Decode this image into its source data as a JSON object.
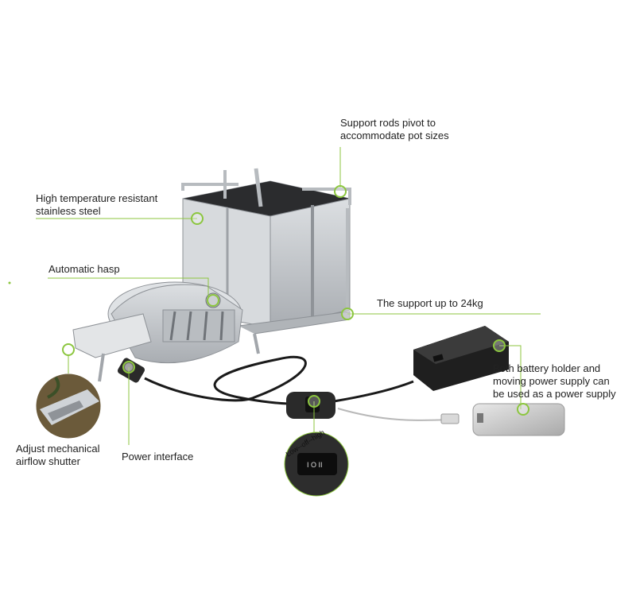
{
  "labels": {
    "support_rods": [
      "Support rods pivot to",
      "accommodate pot sizes"
    ],
    "stainless": [
      "High temperature resistant",
      "stainless steel"
    ],
    "hasp": "Automatic hasp",
    "support_weight": "The support up to 24kg",
    "battery": [
      "Both battery holder and",
      "moving power supply can",
      "be used as a power supply"
    ],
    "airflow": [
      "Adjust mechanical",
      "airflow shutter"
    ],
    "power_interface": "Power interface",
    "switch_positions": "Low--off--high",
    "switch_symbols": "I O II"
  },
  "colors": {
    "callout": "#8cc63f",
    "text": "#222222",
    "steel": "#c9ccd0",
    "cable": "#1a1a1a"
  }
}
